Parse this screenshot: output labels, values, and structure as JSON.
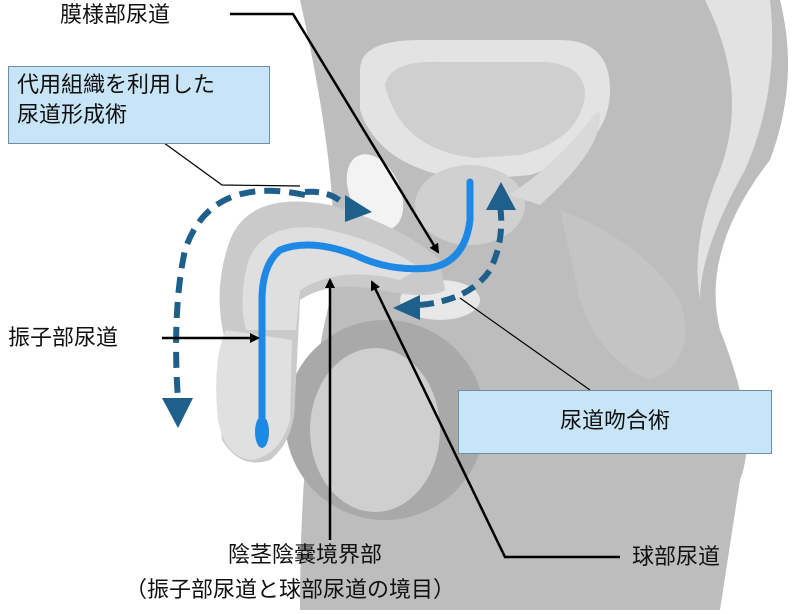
{
  "labels": {
    "membranous_urethra": "膜様部尿道",
    "pendulous_urethra": "振子部尿道",
    "bulbar_urethra": "球部尿道",
    "penoscrotal_line1": "陰茎陰嚢境界部",
    "penoscrotal_line2": "（振子部尿道と球部尿道の境目）"
  },
  "boxes": {
    "substitution_urethroplasty": {
      "line1": "代用組織を利用した",
      "line2": "尿道形成術"
    },
    "anastomotic_urethroplasty": "尿道吻合術"
  },
  "colors": {
    "tissue_dark": "#b3b3b3",
    "tissue_mid": "#cfcfcf",
    "tissue_light": "#e6e6e6",
    "urethra": "#1e88e5",
    "arrow": "#1f5f8b",
    "box_fill": "#c8e4f7",
    "box_border": "#6f8fa8",
    "leader": "#000000"
  }
}
